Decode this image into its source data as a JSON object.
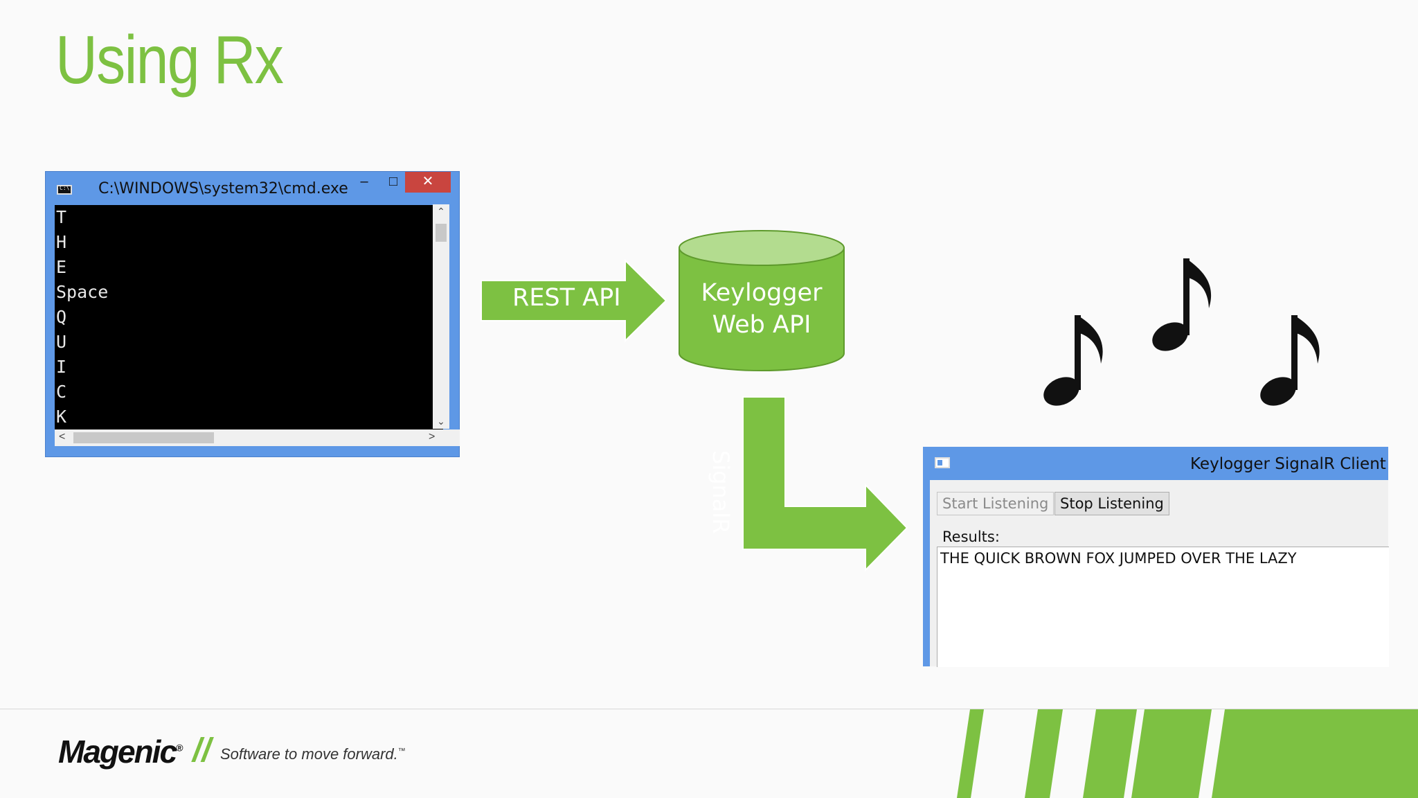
{
  "slide": {
    "title": "Using Rx"
  },
  "cmd_window": {
    "title": "C:\\WINDOWS\\system32\\cmd.exe",
    "icon": "console-icon",
    "icon_text": "C:\\.",
    "minimize_label": "–",
    "maximize_label": "□",
    "close_label": "✕",
    "lines": [
      "T",
      "H",
      "E",
      "Space",
      "Q",
      "U",
      "I",
      "C",
      "K"
    ],
    "scroll_up": "⌃",
    "scroll_down": "⌄",
    "scroll_left": "<",
    "scroll_right": ">"
  },
  "diagram": {
    "rest_arrow_label": "REST API",
    "database_label_line1": "Keylogger",
    "database_label_line2": "Web API",
    "signalr_arrow_label": "SignalR",
    "arrow_color": "#7dc142",
    "database_top_color": "#b3dc8f",
    "music_icon": "music-note-icon"
  },
  "client_window": {
    "title": "Keylogger SignalR Client",
    "start_button": "Start Listening",
    "stop_button": "Stop Listening",
    "results_label": "Results:",
    "results_text": "THE QUICK BROWN FOX JUMPED OVER THE LAZY"
  },
  "footer": {
    "logo": "Magenic",
    "logo_mark": "®",
    "separator": "//",
    "tagline": "Software to move forward.",
    "tagline_mark": "™",
    "brand_color": "#7dc142"
  }
}
